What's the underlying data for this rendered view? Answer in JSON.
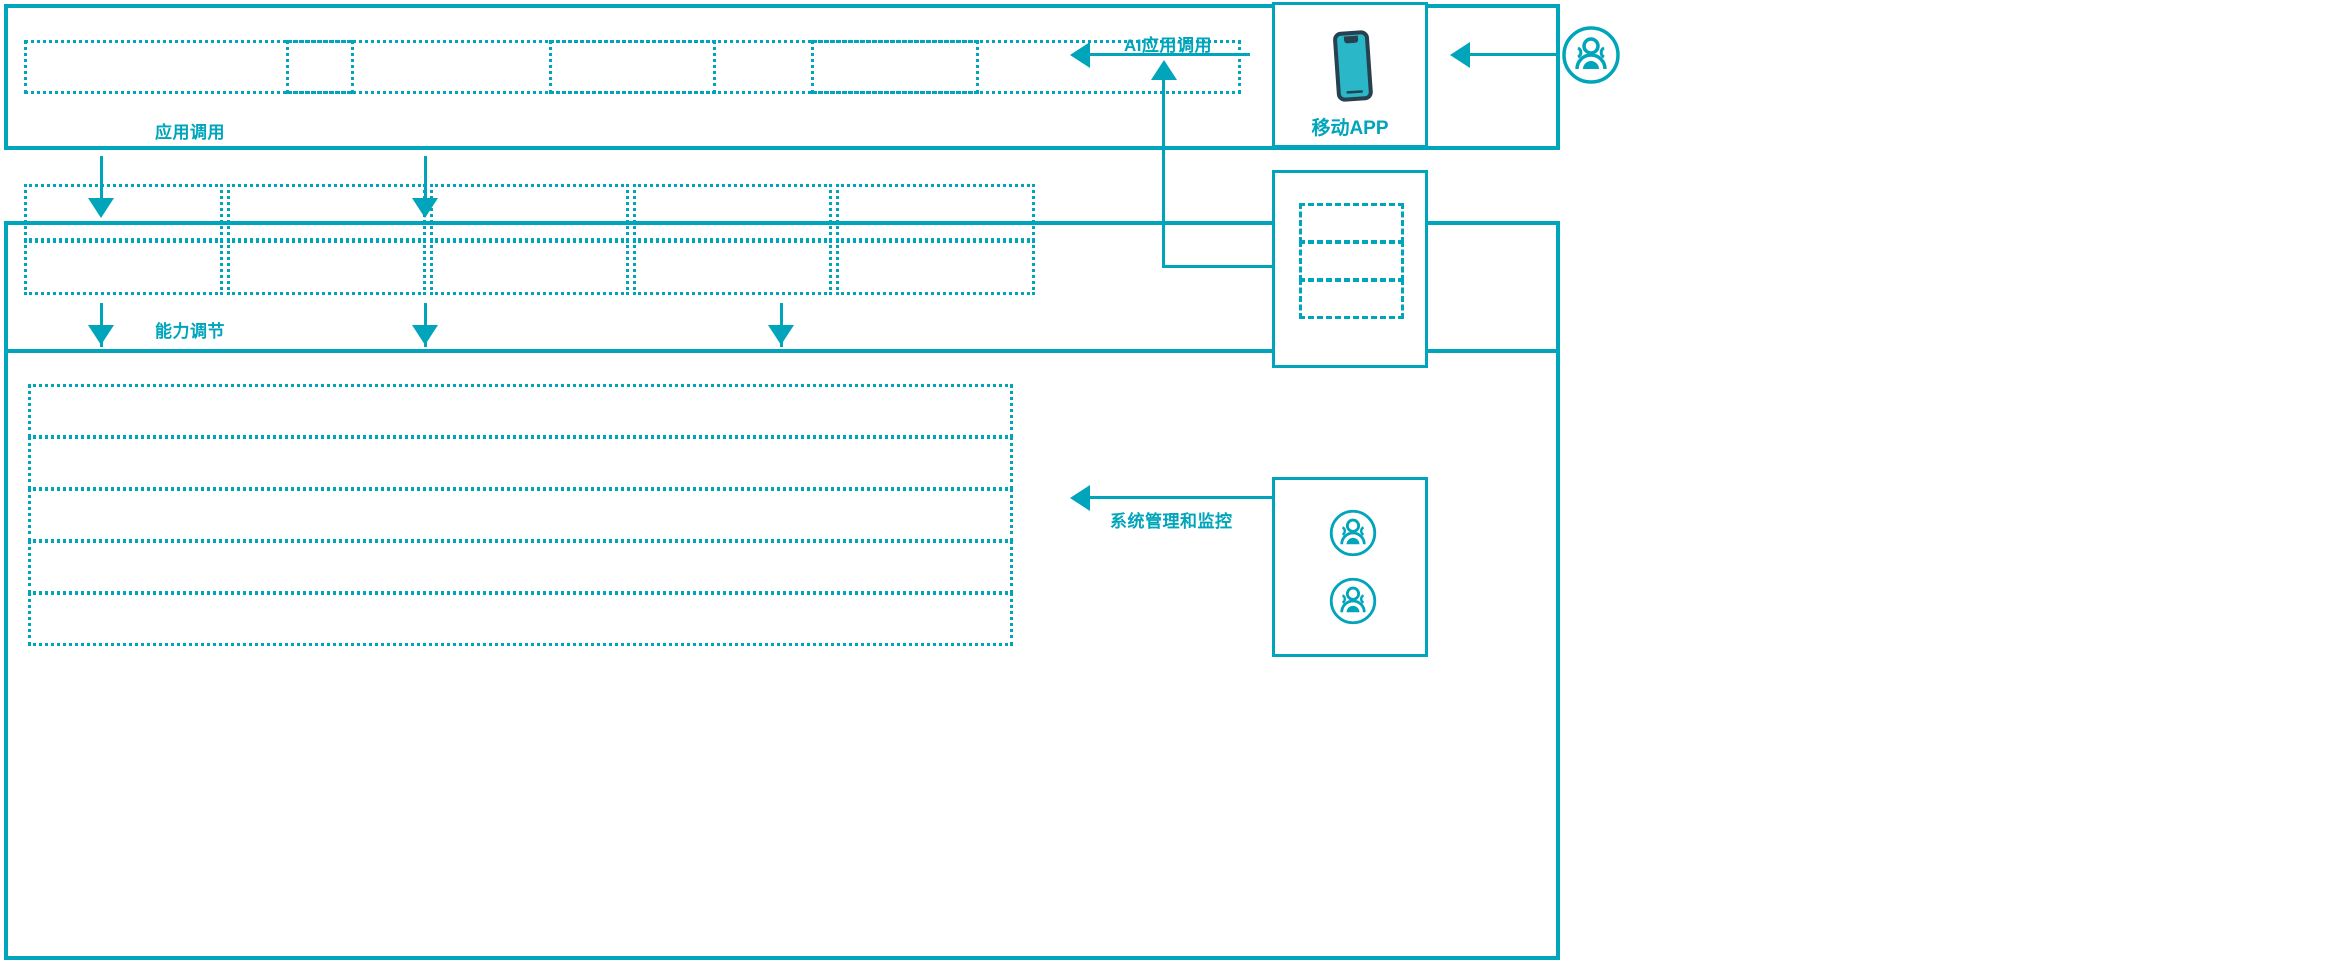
{
  "diagram": {
    "accent_color": "#00a5bb",
    "icon_dark_color": "#26414f",
    "background": "#ffffff",
    "title": "",
    "layers": [
      {
        "id": "application-layer",
        "name": "application-layer-panel",
        "label": "",
        "slots": [
          {
            "label": ""
          },
          {
            "label": ""
          },
          {
            "label": ""
          },
          {
            "label": ""
          }
        ]
      },
      {
        "id": "capability-layer",
        "name": "capability-layer-panel",
        "label": "",
        "columns": 5,
        "rows": 2,
        "slots": [
          {
            "label": ""
          },
          {
            "label": ""
          },
          {
            "label": ""
          },
          {
            "label": ""
          },
          {
            "label": ""
          },
          {
            "label": ""
          },
          {
            "label": ""
          },
          {
            "label": ""
          },
          {
            "label": ""
          },
          {
            "label": ""
          }
        ]
      },
      {
        "id": "platform-layer",
        "name": "platform-layer-panel",
        "label": "",
        "slots": [
          {
            "label": ""
          },
          {
            "label": ""
          },
          {
            "label": ""
          },
          {
            "label": ""
          },
          {
            "label": ""
          }
        ]
      }
    ],
    "flow_labels": {
      "app_call": "应用调用",
      "capability_call": "能力调节",
      "ai_app_call": "AI应用调用",
      "system_admin_monitor": "系统管理和监控"
    },
    "side_panels": [
      {
        "id": "mobile-app",
        "name": "mobile-app-panel",
        "label": "移动APP",
        "icon": "mobile-phone-icon"
      },
      {
        "id": "channel-list",
        "name": "channel-list-panel",
        "label": "",
        "slots": [
          {
            "label": ""
          },
          {
            "label": ""
          },
          {
            "label": ""
          }
        ]
      },
      {
        "id": "operations-users",
        "name": "operations-users-panel",
        "label": "",
        "icons": [
          "user-group-icon",
          "user-group-icon"
        ]
      }
    ],
    "external_actor": {
      "id": "end-user",
      "name": "end-user-actor",
      "label": "",
      "icon": "user-group-icon"
    }
  }
}
